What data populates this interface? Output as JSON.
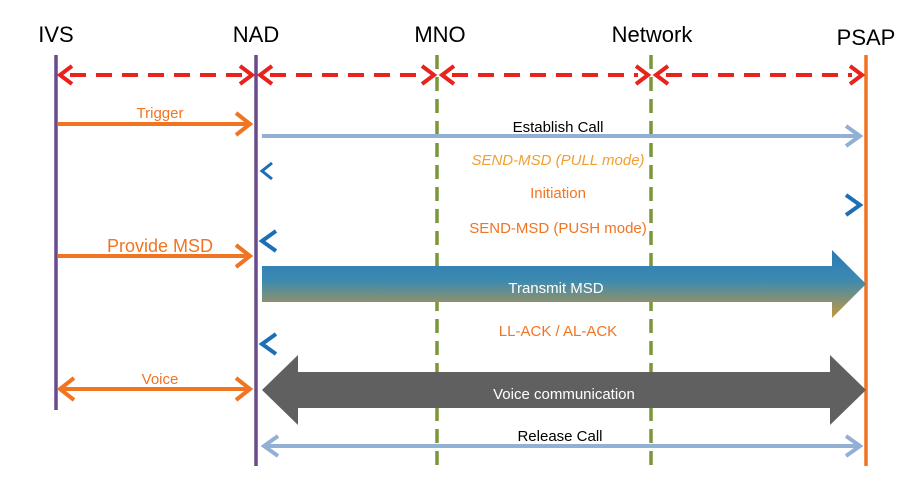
{
  "nodes": {
    "ivs": "IVS",
    "nad": "NAD",
    "mno": "MNO",
    "network": "Network",
    "psap": "PSAP"
  },
  "messages": {
    "trigger": "Trigger",
    "establish_call": "Establish Call",
    "send_msd_pull": "SEND-MSD (PULL mode)",
    "initiation": "Initiation",
    "send_msd_push": "SEND-MSD (PUSH mode)",
    "provide_msd": "Provide MSD",
    "transmit_msd": "Transmit MSD",
    "ack": "LL-ACK / AL-ACK",
    "voice": "Voice",
    "voice_communication": "Voice communication",
    "release_call": "Release Call"
  },
  "colors": {
    "orange": "#f07422",
    "light_blue": "#92b0d6",
    "blue": "#1c6fb5",
    "red": "#e8231d",
    "green_dashed": "#7a963a",
    "purple": "#6a4a8c",
    "gray": "#606060"
  }
}
